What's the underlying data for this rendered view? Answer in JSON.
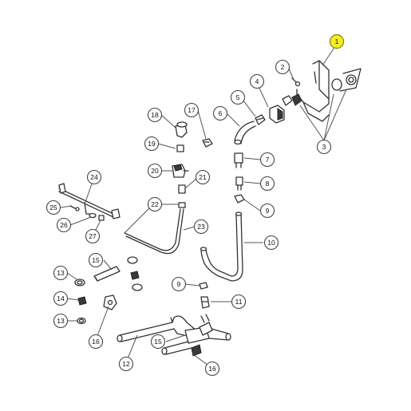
{
  "callouts": {
    "c1": "1",
    "c2": "2",
    "c3": "3",
    "c4": "4",
    "c5": "5",
    "c6": "6",
    "c7": "7",
    "c8": "8",
    "c9a": "9",
    "c9b": "9",
    "c10": "10",
    "c11": "11",
    "c12": "12",
    "c13a": "13",
    "c13b": "13",
    "c14": "14",
    "c15a": "15",
    "c15b": "15",
    "c16a": "16",
    "c16b": "16",
    "c17": "17",
    "c18": "18",
    "c19": "19",
    "c20": "20",
    "c21": "21",
    "c22": "22",
    "c23": "23",
    "c24": "24",
    "c25": "25",
    "c26": "26",
    "c27": "27"
  },
  "highlight": {
    "callout": "1",
    "color": "#f4ec2a"
  }
}
